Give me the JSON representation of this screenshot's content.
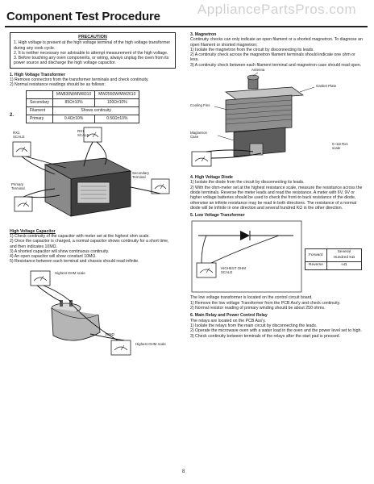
{
  "header": {
    "title": "Component Test Procedure",
    "watermark": "AppliancePartsPros.com"
  },
  "precaution": {
    "title": "PRECAUTION",
    "items": [
      "1. High voltage is present at the high voltage terminal of the high voltage transformer during any cook cycle.",
      "2. It is neither necessary nor advisable to attempt measurement of the high voltage.",
      "3. Before touching any oven components, or wiring, always unplug the oven from its power source and discharge the high voltage capacitor."
    ]
  },
  "hv_transformer": {
    "heading": "1. High Voltage Transformer",
    "steps": [
      "1) Remove connectors from the transformer terminals and check continuity.",
      "2) Normal resistance readings should be as follows:"
    ],
    "table": {
      "header": [
        "",
        "MW830W/MW8310",
        "MW2550W/MW2610"
      ],
      "rows": [
        [
          "Secondary",
          "85Ω±10%",
          "100Ω±10%"
        ],
        [
          "Filament",
          "Shows continuity",
          ""
        ],
        [
          "Primary",
          "0.4Ω±10%",
          "0.56Ω±10%"
        ]
      ]
    },
    "step_marker": "2.",
    "labels": {
      "rx1": "RX1",
      "rx1_scale": "SCALE",
      "secondary": "Secondary Terminal",
      "primary": "Primary Terminal"
    }
  },
  "hv_capacitor": {
    "heading": "High Voltage Capacitor",
    "steps": [
      "1) Check continuity of the capacitor with meter set at the highest ohm scale.",
      "2) Once the capacitor is charged, a normal capacitor shows continuity for a short time, and then indicates 10MΩ.",
      "3) A shorted capacitor will show continuous continuity.",
      "4) An open capacitor will show constant 10MΩ.",
      "5) Resistance between each terminal and chassis should read infinite."
    ],
    "labels": {
      "highest": "Highest OHM scale",
      "megohm": "10MΩ",
      "highest2": "Highest OHM scale"
    }
  },
  "magnetron": {
    "heading": "3. Magnetron",
    "intro": "Continuity checks can only indicate an open filament or a shorted magnetron. To diagnose an open filament or shorted magnetron;",
    "steps": [
      "1) Isolate the magnetron from the circuit by disconnecting its leads.",
      "2) A continuity check across the magnetron filament terminals should indicate one ohm or less.",
      "3) A continuity check between each filament terminal and magnetron case should read open."
    ],
    "labels": {
      "antenna": "Antenna",
      "gasket": "Gasket Plate",
      "cooling": "Cooling Fins",
      "case": "Magnetron Case",
      "scale": "0~1Ω Rx1 scale"
    }
  },
  "hv_diode": {
    "heading": "4. High Voltage Diode",
    "steps": [
      "1) Isolate the diode from the circuit by disconnecting its leads.",
      "2) With the ohm-meter set at the highest resistance scale, measure the resistance across the diode terminals. Reverse the meter leads and read the resistance. A meter with 6V, 9V or higher voltage batteries should be used to check the front-to back resistance of the diode, otherwise an infinite resistance may be read in both directions. The resistance of a normal diode will be infinite in one direction and several hundred KΩ in the other direction."
    ]
  },
  "lv_transformer": {
    "heading": "5. Low Voltage Transformer",
    "table": [
      [
        "Forward",
        "Several Hundred KΩ"
      ],
      [
        "Reverse",
        "∞Ω"
      ]
    ],
    "labels": {
      "highest": "HIGHEST OHM SCALE"
    },
    "intro": "The low voltage transformer is located on the control circuit board.",
    "steps": [
      "1) Remove the low voltage Transformer from the PCB Ass'y and check continuity.",
      "2) Normal resistor reading of primary winding should be about 250 ohms."
    ]
  },
  "relay": {
    "heading": "6. Main Relay and Power Control Relay",
    "intro": "The relays are located on the PCB Ass'y.",
    "steps": [
      "1) Isolate the relays from the main circuit by disconnecting the leads.",
      "2) Operate the microwave oven with a water load in the oven and the power level set to high.",
      "3) Check continuity between terminals of the relays after the start pad is pressed."
    ]
  },
  "footer": {
    "page": "8"
  }
}
